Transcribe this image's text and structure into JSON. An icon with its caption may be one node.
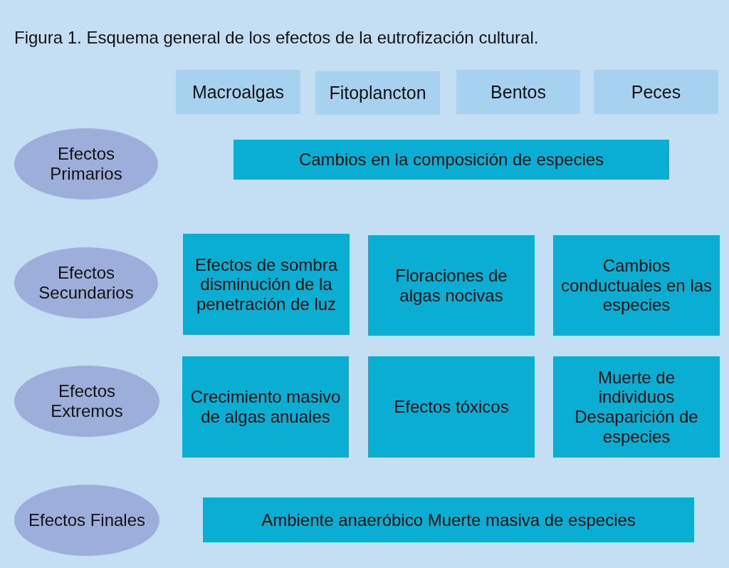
{
  "diagram": {
    "title": "Figura 1. Esquema general de los efectos de la eutrofización cultural.",
    "nodes": [
      {
        "text": [
          "Macroalgas"
        ]
      },
      {
        "text": [
          "Fitoplancton"
        ]
      },
      {
        "text": [
          "Bentos"
        ]
      },
      {
        "text": [
          "Peces"
        ]
      },
      {
        "text": [
          "Efectos Primarios"
        ]
      },
      {
        "text": [
          "Cambios en la composición de especies"
        ]
      },
      {
        "text": [
          "Efectos Secundarios"
        ]
      },
      {
        "text": [
          "Efectos de sombra disminución de la penetración de luz"
        ]
      },
      {
        "text": [
          "Floraciones de algas nocivas"
        ]
      },
      {
        "text": [
          "Cambios conductuales en las especies"
        ]
      },
      {
        "text": [
          "Efectos Extremos"
        ]
      },
      {
        "text": [
          "Crecimiento masivo de algas anuales"
        ]
      },
      {
        "text": [
          "Efectos tóxicos"
        ]
      },
      {
        "text": [
          "Muerte de individuos Desaparición de especies"
        ]
      },
      {
        "text": [
          "Efectos Finales"
        ]
      },
      {
        "text": [
          "Ambiente anaeróbico Muerte masiva de especies"
        ]
      }
    ]
  }
}
